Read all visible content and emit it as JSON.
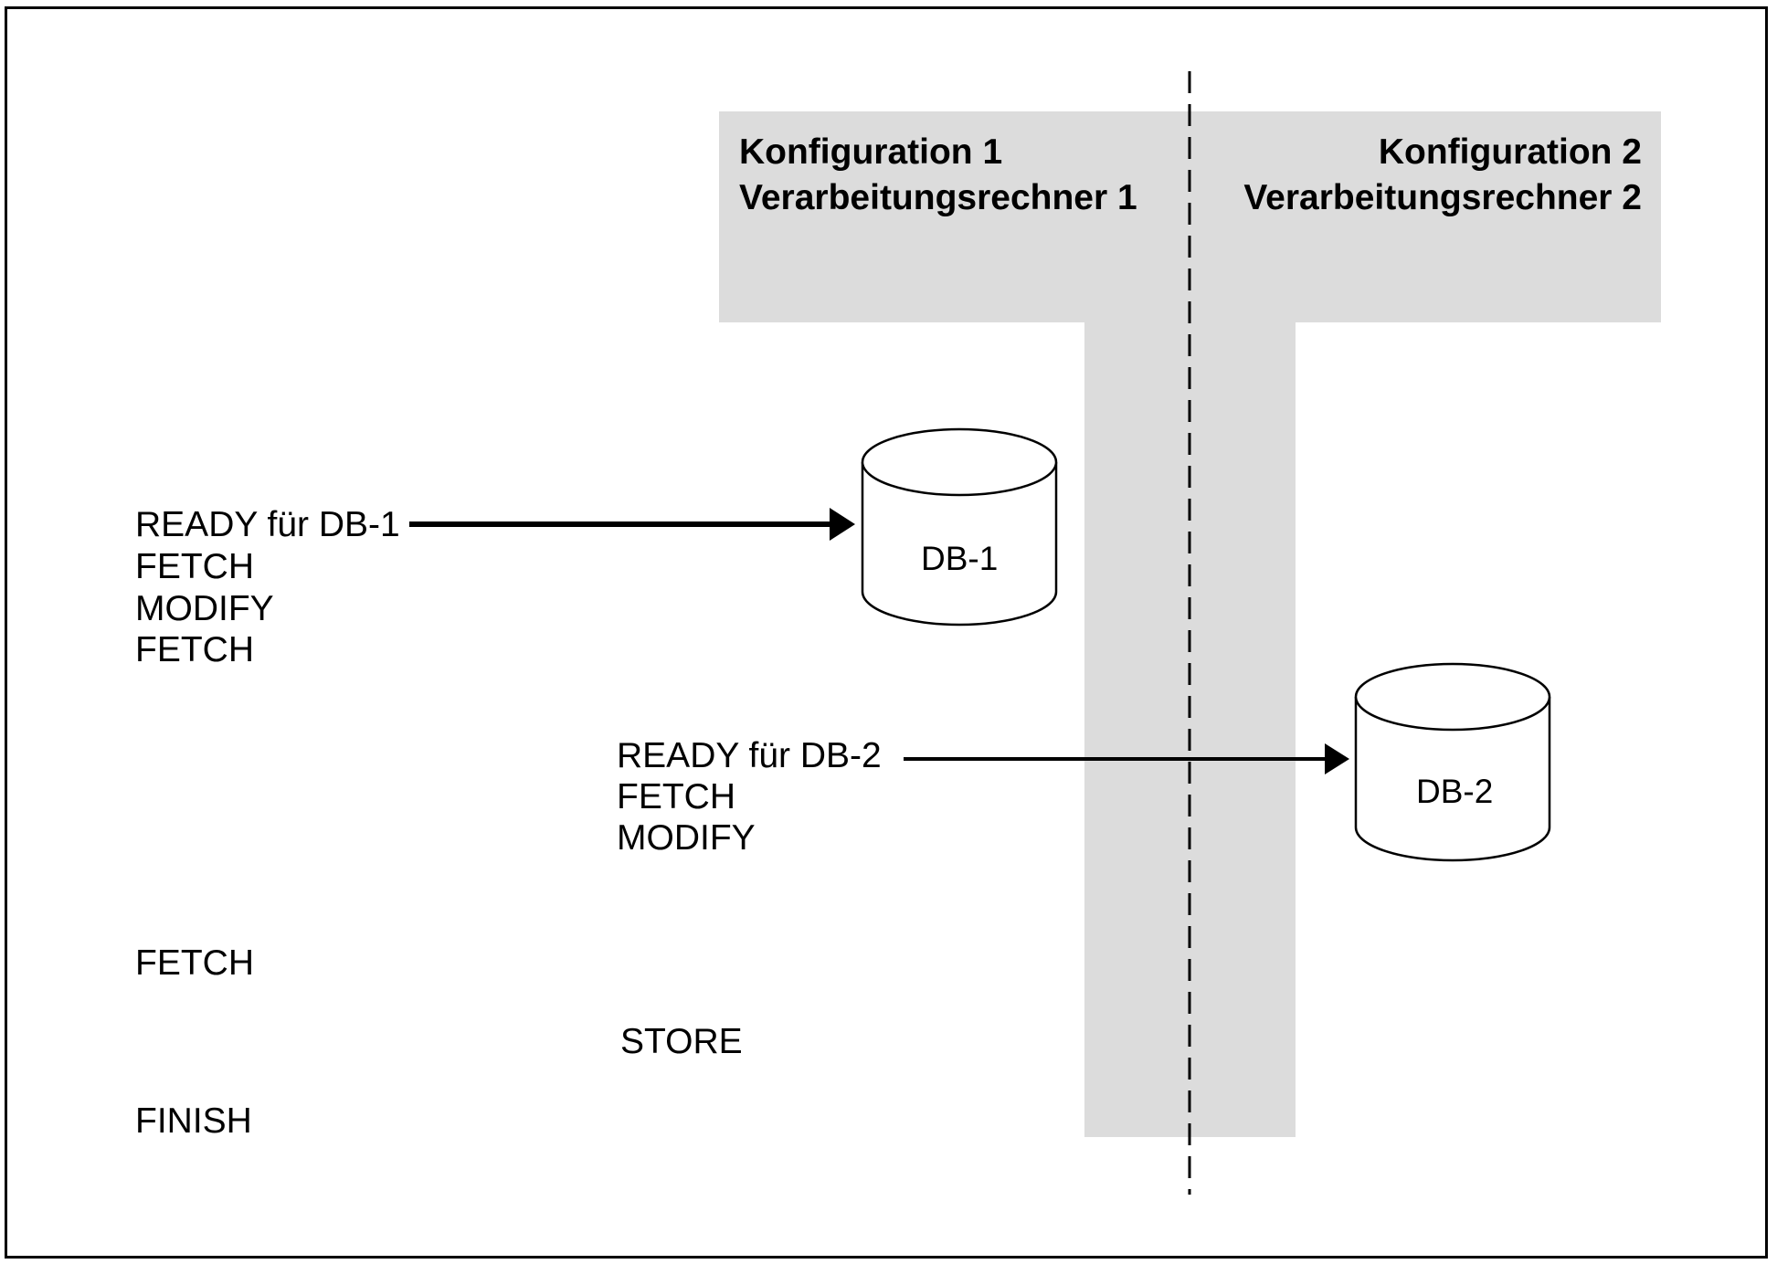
{
  "config1": {
    "title": "Konfiguration 1",
    "subtitle": "Verarbeitungsrechner 1"
  },
  "config2": {
    "title": "Konfiguration 2",
    "subtitle": "Verarbeitungsrechner 2"
  },
  "databases": {
    "db1": "DB-1",
    "db2": "DB-2"
  },
  "left_commands": {
    "ready_db1": "READY für DB-1",
    "fetch1": "FETCH",
    "modify1": "MODIFY",
    "fetch2": "FETCH",
    "fetch3": "FETCH",
    "finish": "FINISH"
  },
  "mid_commands": {
    "ready_db2": "READY für DB-2",
    "fetch": "FETCH",
    "modify": "MODIFY",
    "store": "STORE"
  },
  "colors": {
    "region_fill": "#dcdcdc",
    "stroke": "#000000"
  }
}
